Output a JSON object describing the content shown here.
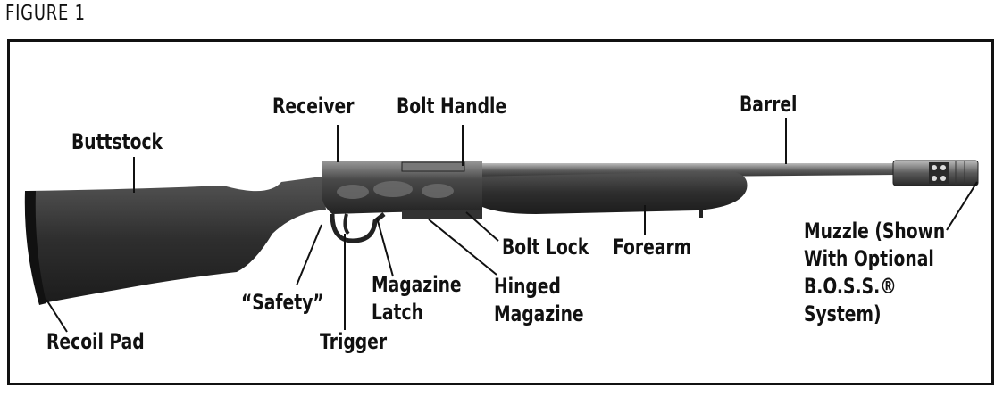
{
  "figure_title": "FIGURE 1",
  "labels": {
    "receiver": "Receiver",
    "bolt_handle": "Bolt Handle",
    "barrel": "Barrel",
    "buttstock": "Buttstock",
    "muzzle": "Muzzle (Shown\nWith Optional\nB.O.S.S.® System)",
    "bolt_lock": "Bolt Lock",
    "forearm": "Forearm",
    "safety": "“Safety”",
    "magazine_latch": "Magazine\nLatch",
    "hinged_magazine": "Hinged\nMagazine",
    "recoil_pad": "Recoil Pad",
    "trigger": "Trigger"
  },
  "colors": {
    "ink": "#111111",
    "stock": "#3a3a3a",
    "metal": "#4a4a4a"
  }
}
